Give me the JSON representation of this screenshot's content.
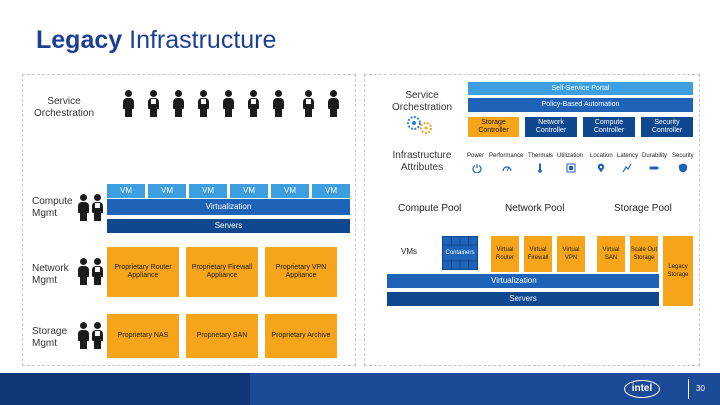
{
  "title": {
    "bold": "Legacy",
    "rest": " Infrastructure"
  },
  "left": {
    "service_orchestration": "Service\nOrchestration",
    "compute_mgmt": "Compute\nMgmt",
    "network_mgmt": "Network\nMgmt",
    "storage_mgmt": "Storage\nMgmt",
    "vms": [
      "VM",
      "VM",
      "VM",
      "VM",
      "VM",
      "VM"
    ],
    "virtualization": "Virtualization",
    "servers": "Servers",
    "network_appliances": [
      "Proprietary Router Appliance",
      "Proprietary Firewall Appliance",
      "Proprietary VPN Appliance"
    ],
    "storage_appliances": [
      "Proprietary NAS",
      "Proprietary SAN",
      "Proprietary Archive"
    ]
  },
  "right": {
    "service_orchestration": "Service\nOrchestration",
    "self_service_portal": "Self-Service Portal",
    "policy_automation": "Policy-Based Automation",
    "controllers": [
      "Storage Controller",
      "Network Controller",
      "Compute Controller",
      "Security Controller"
    ],
    "infrastructure_attributes": "Infrastructure\nAttributes",
    "attributes": [
      "Power",
      "Performance",
      "Thermals",
      "Utilization",
      "Location",
      "Latency",
      "Durability",
      "Security"
    ],
    "pools": [
      "Compute Pool",
      "Network Pool",
      "Storage Pool"
    ],
    "vms": "VMs",
    "containers": "Containers",
    "network_functions": [
      "Virtual Router",
      "Virtual Firewall",
      "Virtual VPN"
    ],
    "virtual_san": "Virtual SAN",
    "scale_out_storage": "Scale Out Storage",
    "legacy_storage": "Legacy Storage",
    "virtualization": "Virtualization",
    "servers": "Servers"
  },
  "footer": {
    "logo": "intel",
    "page": "30"
  },
  "colors": {
    "title": "#1c3f94",
    "light_blue": "#3d9ee0",
    "dark_blue": "#1e63b8",
    "navy": "#10488f",
    "orange": "#f6a51a"
  },
  "icons": [
    "person-icon",
    "gears-icon",
    "power-icon",
    "gauge-icon",
    "thermometer-icon",
    "utilization-icon",
    "location-icon",
    "latency-icon",
    "durability-icon",
    "shield-icon"
  ]
}
